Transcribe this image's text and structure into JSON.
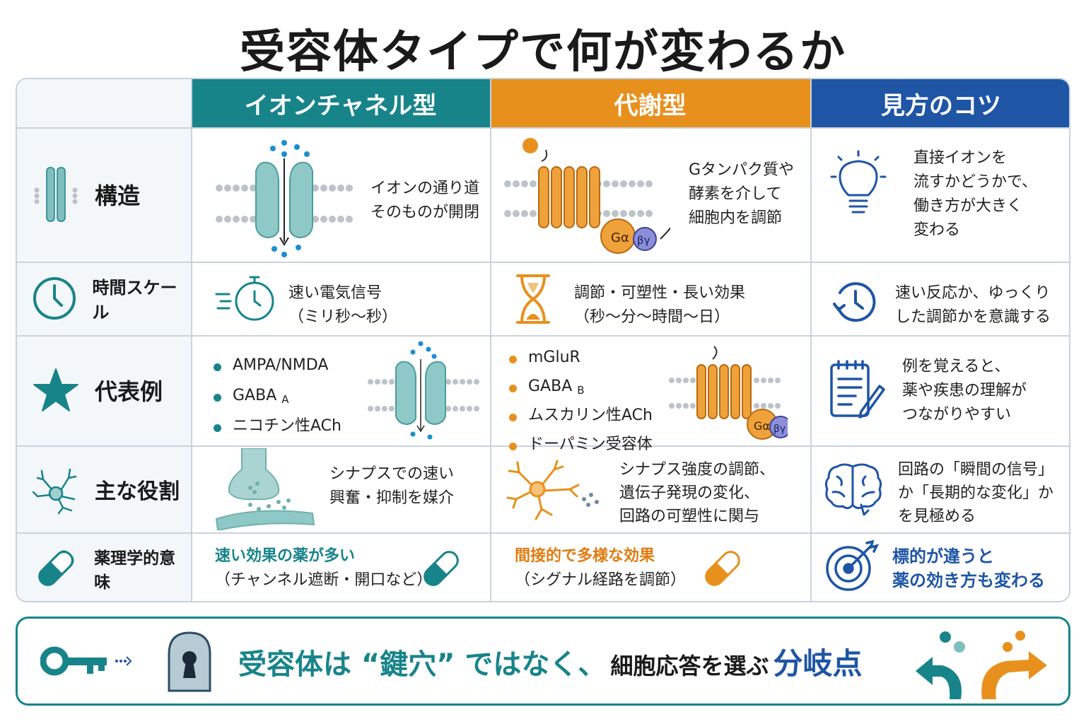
{
  "title": "受容体タイプで何が変わるか",
  "columns": {
    "ion": "イオンチャネル型",
    "metabo": "代謝型",
    "tips": "見方のコツ"
  },
  "rows": {
    "structure": {
      "label": "構造",
      "ion": [
        "イオンの通り道",
        "そのものが開閉"
      ],
      "metabo": [
        "Gタンパク質や",
        "酵素を介して",
        "細胞内を調節"
      ],
      "tips": [
        "直接イオンを",
        "流すかどうかで、",
        "働き方が大きく",
        "変わる"
      ],
      "g_alpha": "Gα",
      "g_betagamma": "βγ"
    },
    "timescale": {
      "label": "時間スケール",
      "ion": [
        "速い電気信号",
        "（ミリ秒～秒）"
      ],
      "metabo": [
        "調節・可塑性・長い効果",
        "（秒～分～時間～日）"
      ],
      "tips": [
        "速い反応か、ゆっくり",
        "した調節かを意識する"
      ]
    },
    "examples": {
      "label": "代表例",
      "ion": [
        {
          "text": "AMPA/NMDA",
          "sub": ""
        },
        {
          "text": "GABA",
          "sub": "A"
        },
        {
          "text": "ニコチン性ACh",
          "sub": ""
        }
      ],
      "metabo": [
        {
          "text": "mGluR",
          "sub": ""
        },
        {
          "text": "GABA",
          "sub": "B"
        },
        {
          "text": "ムスカリン性ACh",
          "sub": ""
        },
        {
          "text": "ドーパミン受容体",
          "sub": ""
        }
      ],
      "tips": [
        "例を覚えると、",
        "薬や疾患の理解が",
        "つながりやすい"
      ],
      "g_alpha": "Gα",
      "g_betagamma": "βγ"
    },
    "role": {
      "label": "主な役割",
      "ion": [
        "シナプスでの速い",
        "興奮・抑制を媒介"
      ],
      "metabo": [
        "シナプス強度の調節、",
        "遺伝子発現の変化、",
        "回路の可塑性に関与"
      ],
      "tips": [
        "回路の「瞬間の信号」",
        "か「長期的な変化」か",
        "を見極める"
      ]
    },
    "pharma": {
      "label": "薬理学的意味",
      "ion": [
        "速い効果の薬が多い",
        "（チャンネル遮断・開口など）"
      ],
      "metabo": [
        "間接的で多様な効果",
        "（シグナル経路を調節）"
      ],
      "tips": [
        "標的が違うと",
        "薬の効き方も変わる"
      ]
    }
  },
  "banner": {
    "part1": "受容体は “鍵穴” ではなく、",
    "part2": "細胞応答を選ぶ",
    "part3": "分岐点"
  },
  "colors": {
    "teal": "#17848a",
    "orange": "#e8901c",
    "blue": "#1e55a5",
    "lightTeal": "#7fbfbf"
  }
}
